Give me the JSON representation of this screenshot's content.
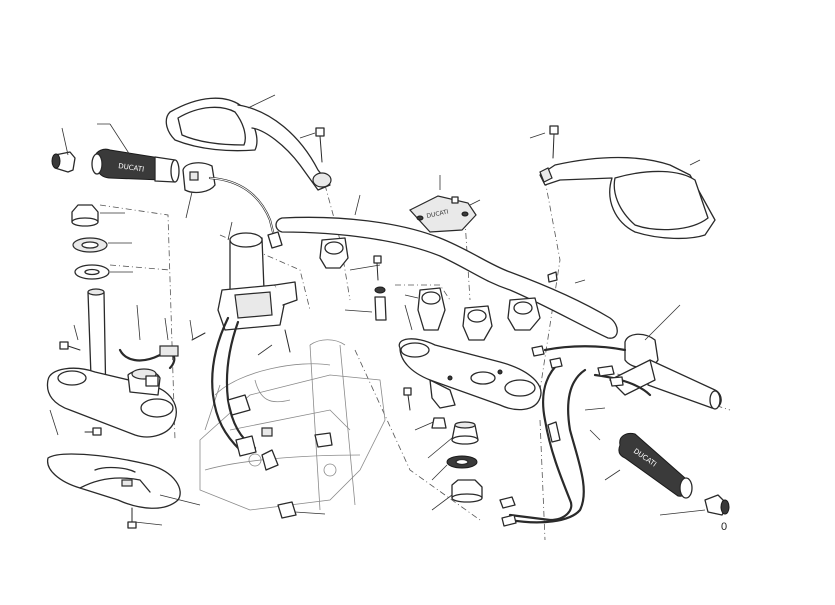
{
  "diagram": {
    "callouts": [
      {
        "id": "callout-bottom-right",
        "text": "0"
      }
    ],
    "grip_branding": [
      "DUCATI",
      "DUCATI"
    ],
    "top_clamp_branding": "DUCATI"
  }
}
